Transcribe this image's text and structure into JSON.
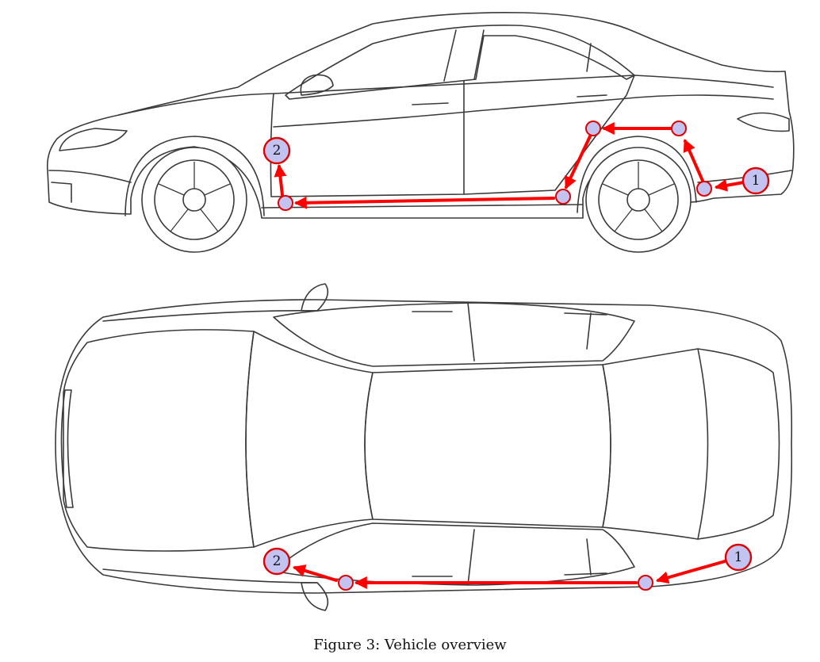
{
  "figure": {
    "caption": "Figure 3: Vehicle overview"
  },
  "views": [
    {
      "name": "side-view",
      "route": {
        "start_label": "1",
        "end_label": "2"
      }
    },
    {
      "name": "top-view",
      "route": {
        "start_label": "1",
        "end_label": "2"
      }
    }
  ],
  "colors": {
    "route": "#ff0000",
    "marker_fill": "#c3c3f2",
    "marker_stroke": "#e00000",
    "car_outline": "#3a3a3a"
  }
}
